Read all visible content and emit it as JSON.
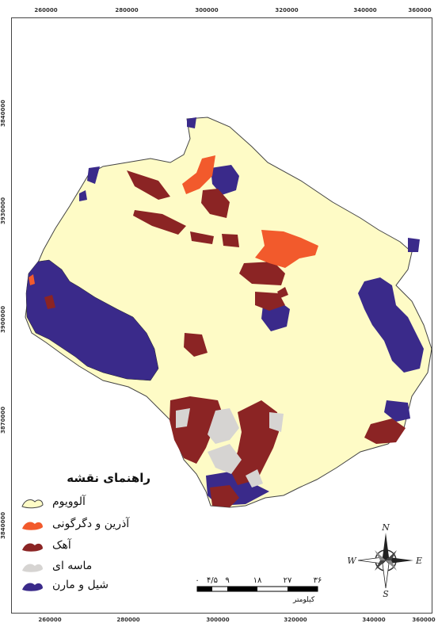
{
  "coord_labels": {
    "top_x": [
      "260000",
      "280000",
      "300000",
      "320000",
      "340000",
      "360000"
    ],
    "bottom_x": [
      "260000",
      "280000",
      "300000",
      "320000",
      "340000",
      "360000"
    ],
    "left_y": [
      "3840000",
      "3930000",
      "3900000",
      "3870000",
      "3840000"
    ]
  },
  "legend": {
    "title": "راهنمای نقشه",
    "items": [
      {
        "label": "آلوویوم",
        "color": "#fefbc6",
        "swatch": "alluvium-swatch"
      },
      {
        "label": "آذرین و دگرگونی",
        "color": "#f25a2c",
        "swatch": "igneous-swatch"
      },
      {
        "label": "آهک",
        "color": "#8b2424",
        "swatch": "limestone-swatch"
      },
      {
        "label": "ماسه ای",
        "color": "#d6d4d2",
        "swatch": "sandstone-swatch"
      },
      {
        "label": "شیل و مارن",
        "color": "#3a2a8a",
        "swatch": "shale-marl-swatch"
      }
    ]
  },
  "scale_bar": {
    "labels": [
      "۰",
      "۴/۵",
      "۹",
      "۱۸",
      "۲۷",
      "۳۶"
    ],
    "unit": "کیلومتر"
  },
  "compass": {
    "n": "N",
    "e": "E",
    "s": "S",
    "w": "W"
  }
}
